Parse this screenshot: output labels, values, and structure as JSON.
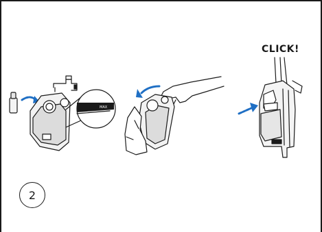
{
  "step": {
    "number": "2"
  },
  "panels": [
    {
      "id": "fill",
      "callout": {
        "label": "MAX"
      }
    },
    {
      "id": "insert"
    },
    {
      "id": "attach",
      "callout": {
        "label": "CLICK!"
      }
    }
  ],
  "colors": {
    "line": "#1a1a1a",
    "arrow_blue": "#1f6fc4",
    "tank_shade": "#d9d9d9",
    "background": "#ffffff"
  }
}
